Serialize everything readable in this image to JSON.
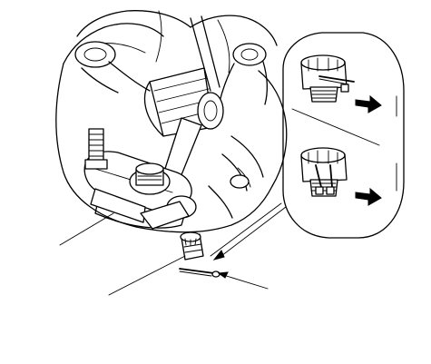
{
  "figure": {
    "colors": {
      "line": "#000000",
      "background": "#ffffff"
    },
    "callouts": [
      {
        "id": "lower-arm-leader",
        "icon": "leader-line"
      },
      {
        "id": "castle-nut-leader",
        "icon": "leader-line"
      },
      {
        "id": "cotter-pin-leader",
        "icon": "leader-arrow"
      },
      {
        "id": "detail-view-leader",
        "icon": "leader-arrow"
      }
    ],
    "detail_view": {
      "panels": [
        {
          "id": "top-panel",
          "icon": "castle-nut-with-cotter-pin",
          "direction_icon": "arrow-right"
        },
        {
          "id": "bottom-panel",
          "icon": "castle-nut-with-cotter-pin",
          "direction_icon": "arrow-right"
        }
      ]
    }
  }
}
